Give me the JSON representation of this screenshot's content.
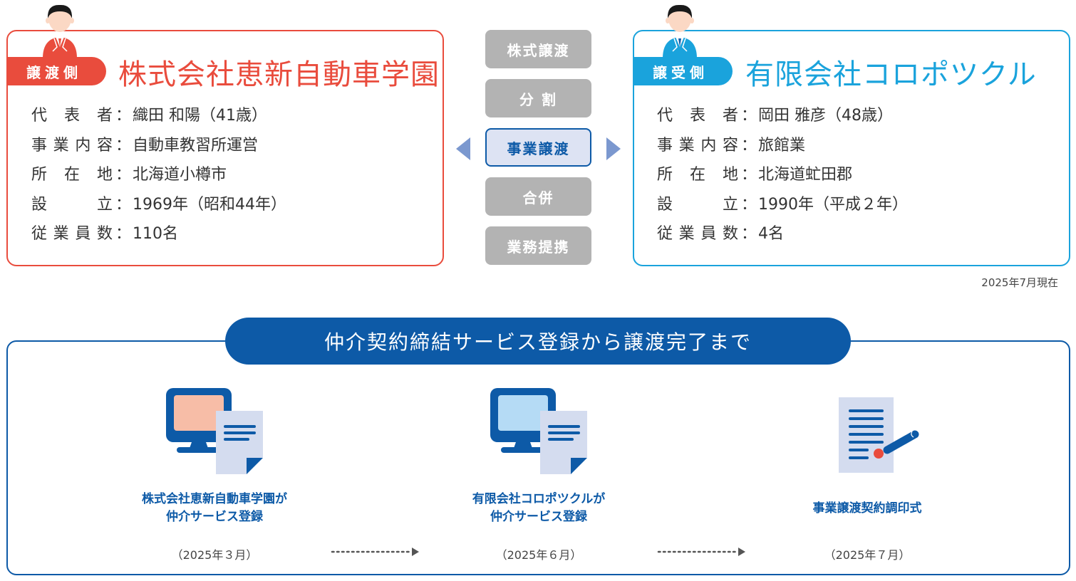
{
  "seller": {
    "role": "譲渡側",
    "company": "株式会社恵新自動車学園",
    "color": "#e94c3d",
    "fields": [
      {
        "label": [
          "代",
          "表",
          "者"
        ],
        "value": "織田 和陽（41歳）"
      },
      {
        "label": [
          "事",
          "業",
          "内",
          "容"
        ],
        "value": "自動車教習所運営"
      },
      {
        "label": [
          "所",
          "在",
          "地"
        ],
        "value": "北海道小樽市"
      },
      {
        "label": [
          "設",
          "立"
        ],
        "value": "1969年（昭和44年）"
      },
      {
        "label": [
          "従",
          "業",
          "員",
          "数"
        ],
        "value": "110名"
      }
    ]
  },
  "buyer": {
    "role": "譲受側",
    "company": "有限会社コロポツクル",
    "color": "#1aa3dc",
    "fields": [
      {
        "label": [
          "代",
          "表",
          "者"
        ],
        "value": "岡田 雅彦（48歳）"
      },
      {
        "label": [
          "事",
          "業",
          "内",
          "容"
        ],
        "value": "旅館業"
      },
      {
        "label": [
          "所",
          "在",
          "地"
        ],
        "value": "北海道虻田郡"
      },
      {
        "label": [
          "設",
          "立"
        ],
        "value": "1990年（平成２年）"
      },
      {
        "label": [
          "従",
          "業",
          "員",
          "数"
        ],
        "value": "4名"
      }
    ]
  },
  "colon": "：",
  "as_of": "2025年7月現在",
  "methods": [
    {
      "label": "株式譲渡",
      "active": false
    },
    {
      "label": "分 割",
      "active": false
    },
    {
      "label": "事業譲渡",
      "active": true
    },
    {
      "label": "合併",
      "active": false
    },
    {
      "label": "業務提携",
      "active": false
    }
  ],
  "process": {
    "title": "仲介契約締結サービス登録から譲渡完了まで",
    "steps": [
      {
        "icon": "computer-document-icon",
        "label_lines": [
          "株式会社恵新自動車学園が",
          "仲介サービス登録"
        ],
        "date": "（2025年３月）"
      },
      {
        "icon": "computer-document-icon",
        "label_lines": [
          "有限会社コロポツクルが",
          "仲介サービス登録"
        ],
        "date": "（2025年６月）"
      },
      {
        "icon": "contract-signing-icon",
        "label_lines": [
          "事業譲渡契約調印式"
        ],
        "date": "（2025年７月）"
      }
    ]
  },
  "colors": {
    "seller_red": "#e94c3d",
    "buyer_blue": "#1aa3dc",
    "process_navy": "#0d5aa7",
    "method_gray": "#b3b3b3",
    "method_active_bg": "#dde3f3",
    "arrow_blue": "#7b98cf"
  }
}
